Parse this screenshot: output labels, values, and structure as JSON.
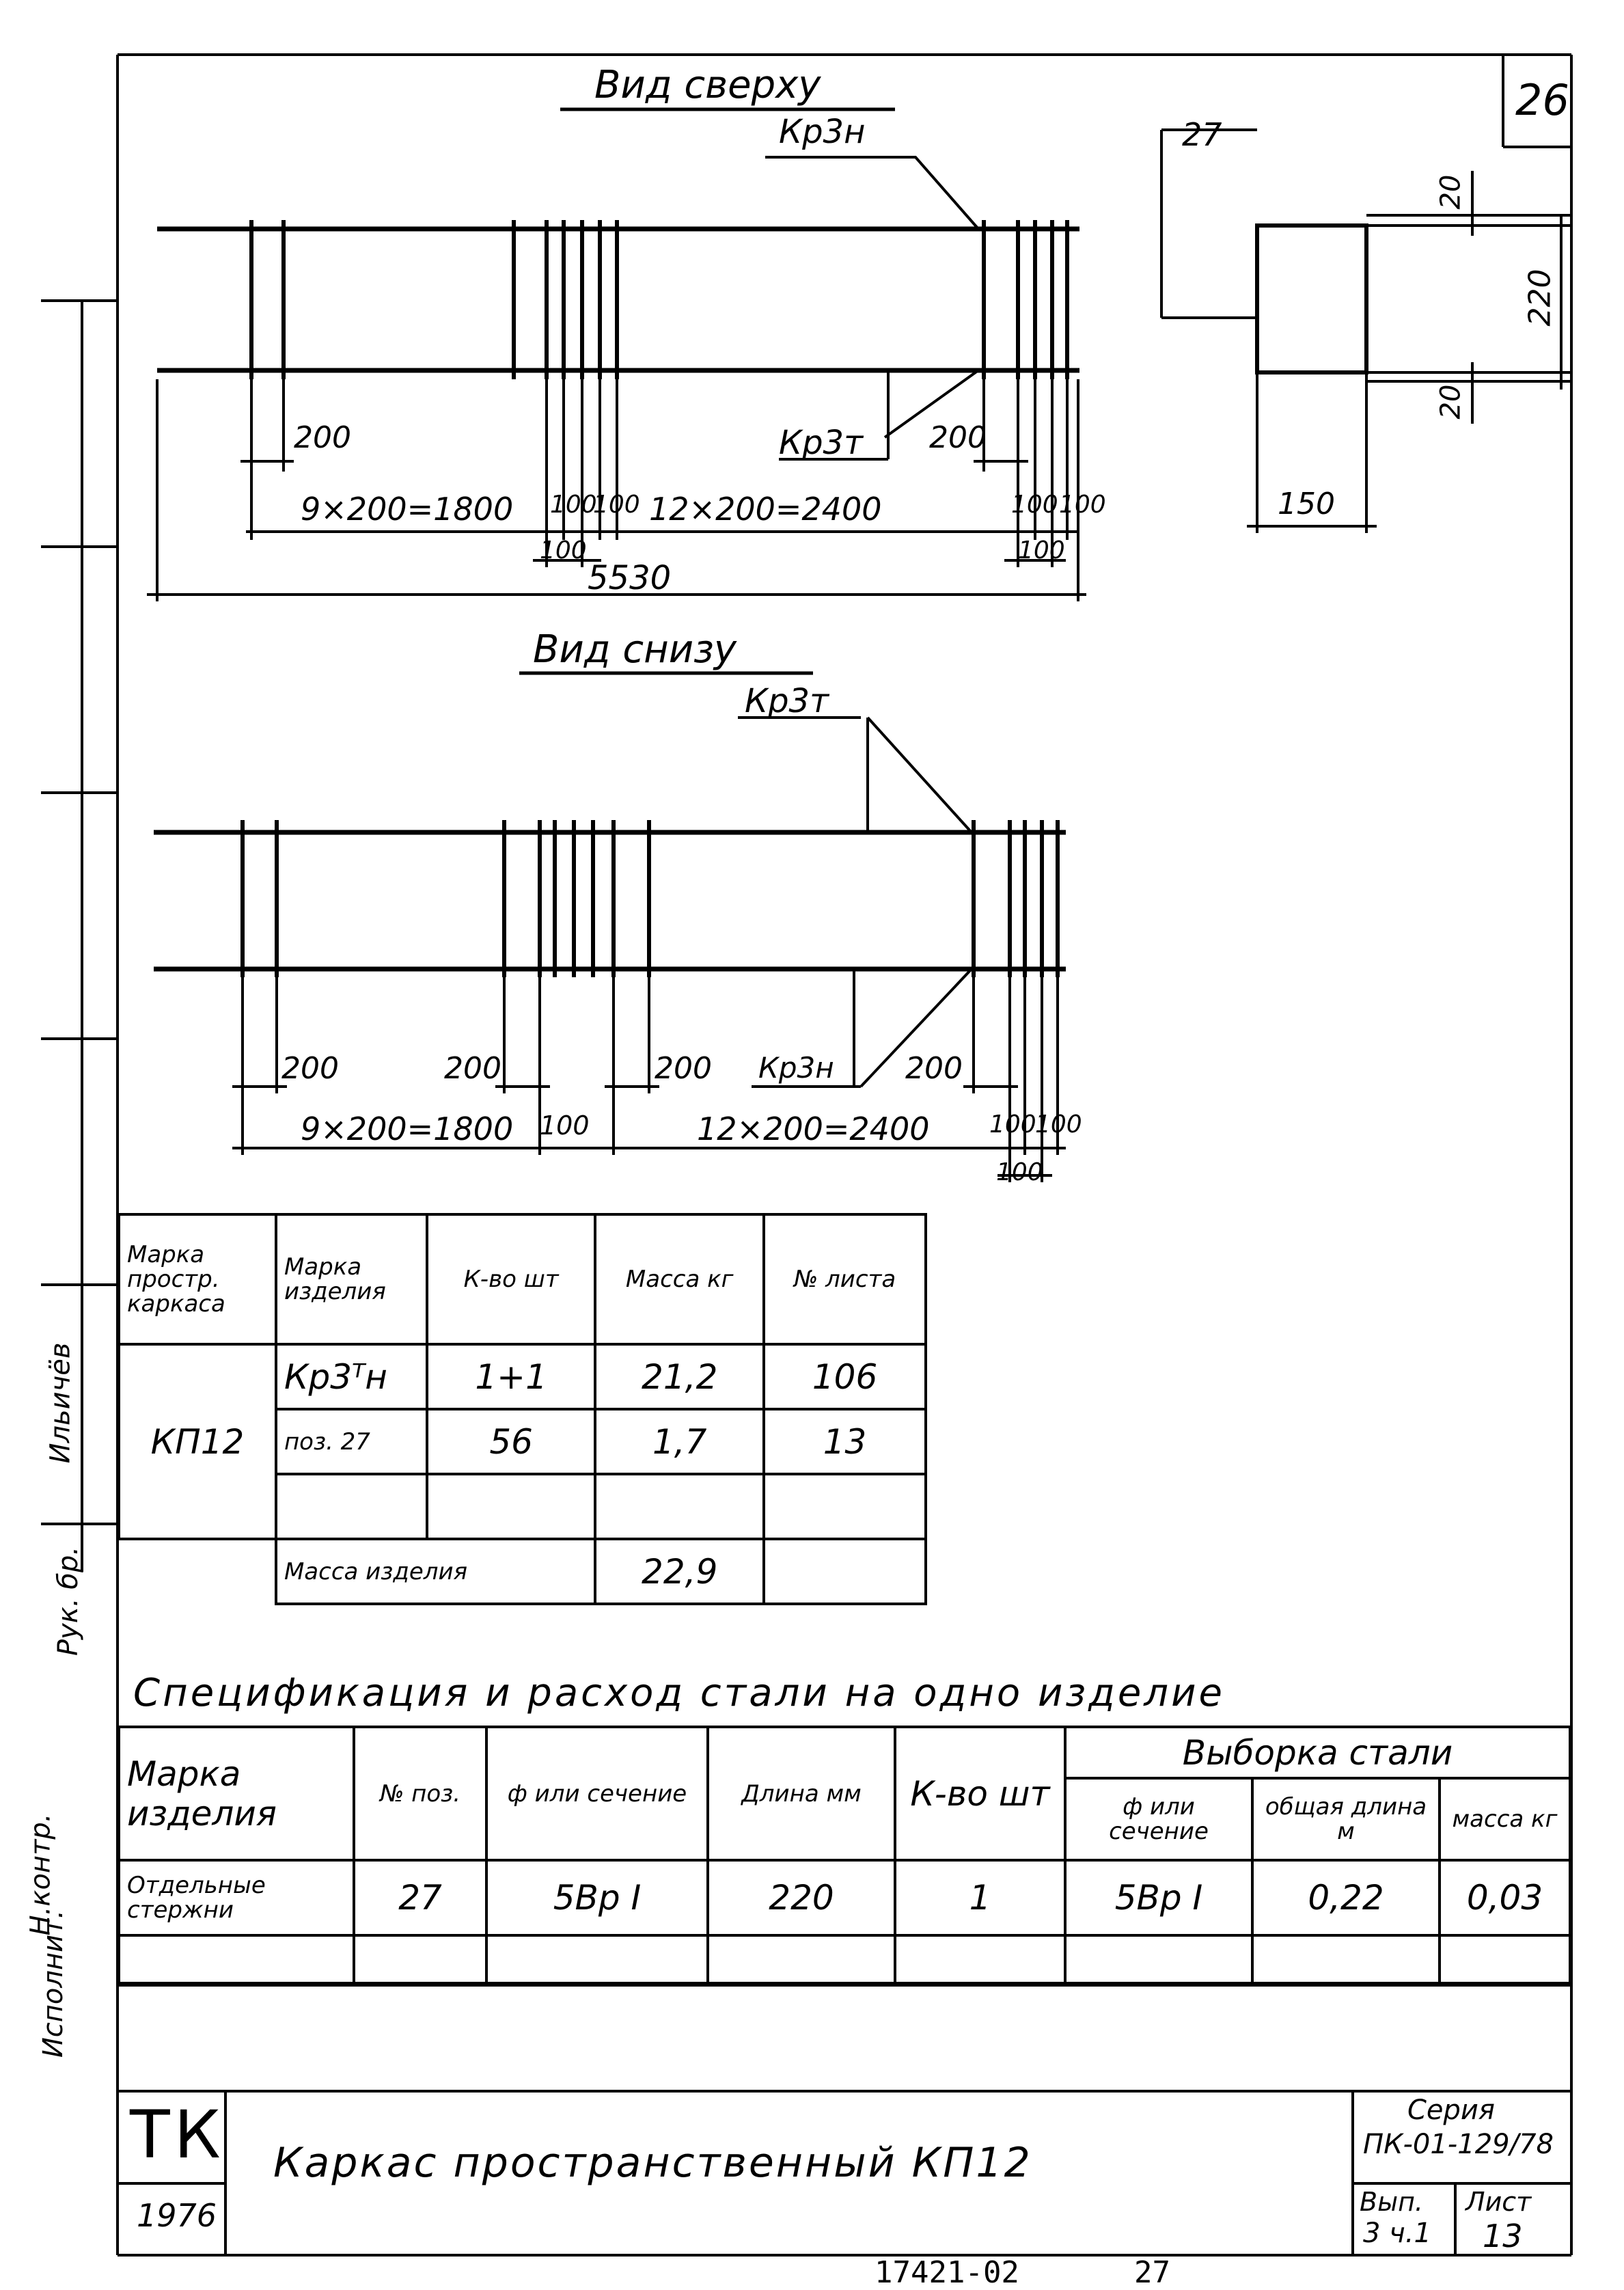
{
  "sheet_number": "26",
  "top_view": {
    "title": "Вид сверху",
    "callout_top": "Кр3н",
    "callout_bottom": "Кр3т",
    "dim_200_left": "200",
    "dim_200_right": "200",
    "dim_chain_left": "9×200=1800",
    "dim_100_a": "100",
    "dim_100_b": "100",
    "dim_100_c": "100",
    "dim_chain_right": "12×200=2400",
    "dim_100_d": "100",
    "dim_100_e": "100",
    "dim_100_f": "100",
    "dim_total": "5530"
  },
  "section": {
    "pos": "27",
    "dim_20_top": "20",
    "dim_220": "220",
    "dim_20_bottom": "20",
    "dim_150": "150"
  },
  "bottom_view": {
    "title": "Вид снизу",
    "callout_top": "Кр3т",
    "callout_bottom": "Кр3н",
    "dim_200_a": "200",
    "dim_200_b": "200",
    "dim_200_c": "200",
    "dim_200_d": "200",
    "dim_chain_left": "9×200=1800",
    "dim_100_a": "100",
    "dim_chain_right": "12×200=2400",
    "dim_100_b": "100",
    "dim_100_c": "100",
    "dim_100_d": "100"
  },
  "frame_table": {
    "headers": [
      "Марка простр. каркаса",
      "Марка изделия",
      "К-во шт",
      "Масса кг",
      "№ листа"
    ],
    "frame_mark": "КП12",
    "rows": [
      [
        "Кр3ᵀн",
        "1+1",
        "21,2",
        "106"
      ],
      [
        "поз. 27",
        "56",
        "1,7",
        "13"
      ],
      [
        "",
        "",
        "",
        ""
      ]
    ],
    "total_label": "Масса изделия",
    "total_value": "22,9"
  },
  "spec": {
    "title": "Спецификация и расход стали на одно изделие",
    "headers": [
      "Марка изделия",
      "№ поз.",
      "ф или сечение",
      "Длина мм",
      "К-во шт"
    ],
    "group_header": "Выборка стали",
    "sub_headers": [
      "ф или сечение",
      "общая длина м",
      "масса кг"
    ],
    "row": [
      "Отдельные стержни",
      "27",
      "5Вр I",
      "220",
      "1",
      "5Вр I",
      "0,22",
      "0,03"
    ]
  },
  "title_block": {
    "org": "ТК",
    "year": "1976",
    "title": "Каркас пространственный КП12",
    "series_label": "Серия",
    "series": "ПК-01-129/78",
    "issue_label": "Вып.",
    "issue": "3 ч.1",
    "sheet_label": "Лист",
    "sheet": "13"
  },
  "side_stamp": {
    "labels": [
      "Н.контр.",
      "Рук. бр.",
      "Ильичёв",
      "Исполнит."
    ]
  },
  "footer": {
    "code": "17421-02",
    "page": "27"
  }
}
